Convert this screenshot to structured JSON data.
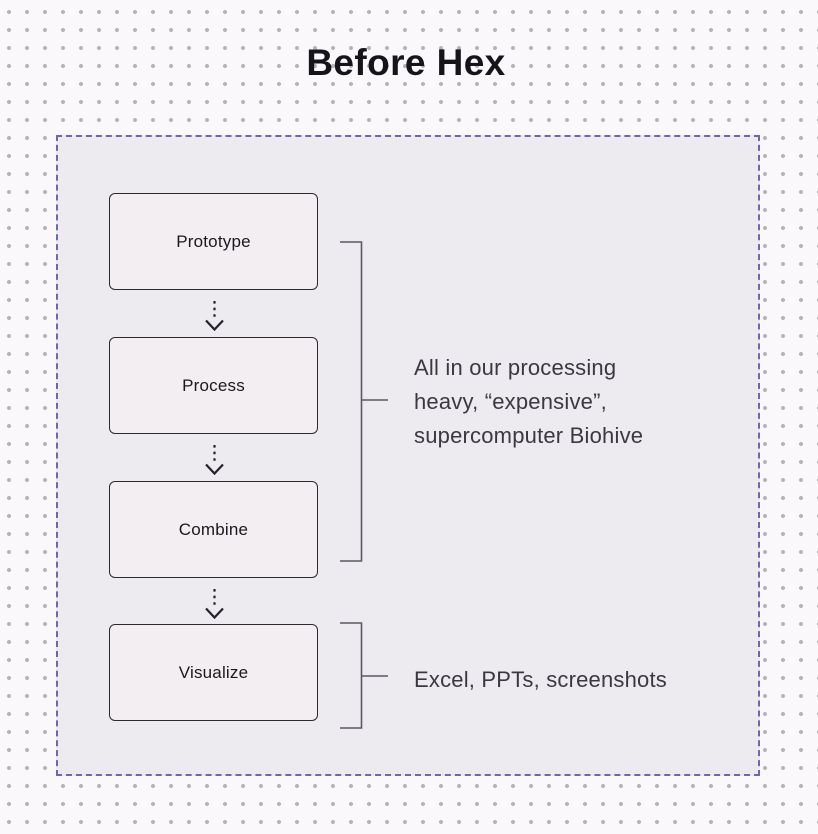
{
  "title": "Before Hex",
  "diagram": {
    "nodes": [
      {
        "label": "Prototype"
      },
      {
        "label": "Process"
      },
      {
        "label": "Combine"
      },
      {
        "label": "Visualize"
      }
    ],
    "annotations": [
      {
        "lines": [
          "All in our processing",
          "heavy, “expensive”,",
          "supercomputer Biohive"
        ],
        "bracket_covers": [
          "Prototype",
          "Process",
          "Combine"
        ]
      },
      {
        "lines": [
          "Excel, PPTs, screenshots"
        ],
        "bracket_covers": [
          "Visualize"
        ]
      }
    ],
    "colors": {
      "page_bg": "#faf8fa",
      "dot_grid": "#b7b4b8",
      "container_bg": "#edebef",
      "container_border": "#6b67b0",
      "node_bg": "#f2eef2",
      "node_border": "#2d2933",
      "node_text": "#1b181f",
      "bracket": "#5b5863",
      "annotation_text": "#3b3841",
      "title_text": "#16131b"
    }
  }
}
